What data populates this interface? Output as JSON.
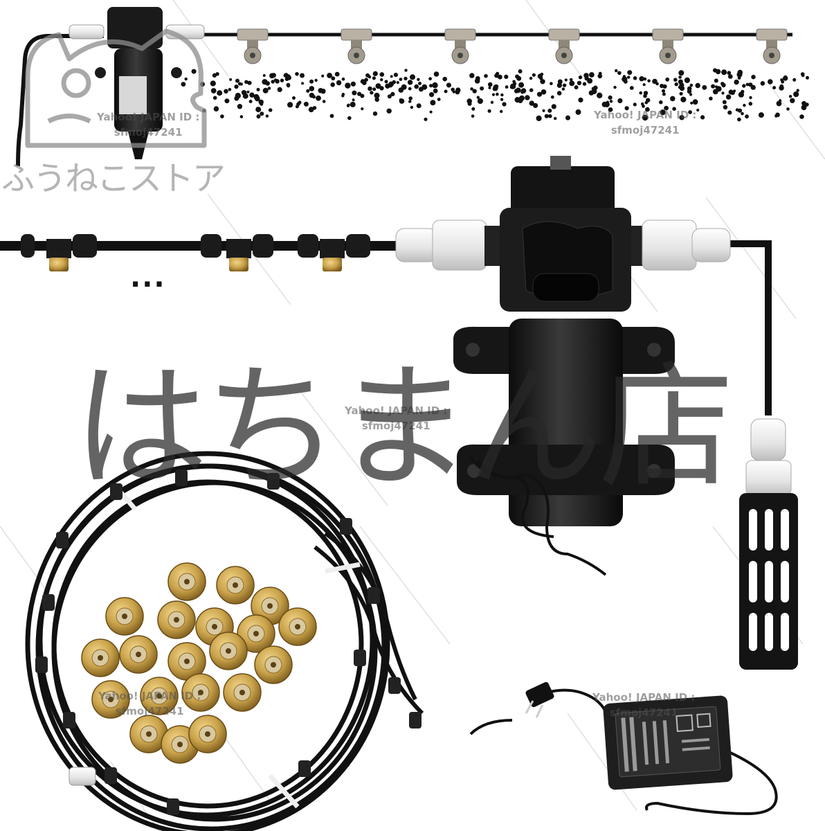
{
  "watermarks": {
    "id_line": "Yahoo! JAPAN ID :",
    "id_value": "sfmoj47241",
    "shop_name": "ふうねこストア",
    "store_overlay": "はちまん店"
  },
  "misc": {
    "ellipsis": "..."
  },
  "icons": {
    "logo": "cat-head-outline-icon"
  },
  "colors": {
    "background": "#ffffff",
    "pump_body": "#1a1a1a",
    "tubing": "#111111",
    "fitting_white": "#f2f2f2",
    "nozzle_brass": "#c9a24a",
    "watermark_gray": "#9a9a9a"
  }
}
